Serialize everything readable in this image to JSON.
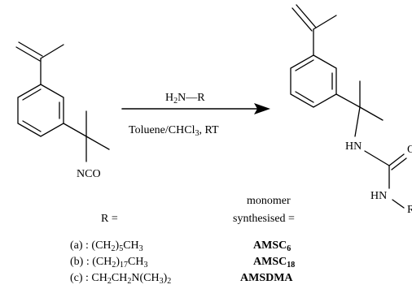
{
  "reactant": {
    "isocyanate_label": "NCO"
  },
  "arrow": {
    "reagent_main": "H",
    "reagent_sub": "2",
    "reagent_tail": "N",
    "reagent_dash": "—",
    "reagent_r": "R",
    "solvent_main": "Toluene/CHCl",
    "solvent_sub": "3",
    "solvent_tail": ", RT"
  },
  "product": {
    "nh_upper": "HN",
    "nh_lower": "HN",
    "carbonyl_atom": "O",
    "r_atom": "R"
  },
  "legend": {
    "r_header": "R =",
    "monomer_header_line1": "monomer",
    "monomer_header_line2": "synthesised =",
    "rows": [
      {
        "label": "(a) : (CH",
        "sub1": "2",
        "mid": ")",
        "sub2": "5",
        "tail": "CH",
        "sub3": "3",
        "mon_main": "AMSC",
        "mon_sub": "6"
      },
      {
        "label": "(b) : (CH",
        "sub1": "2",
        "mid": ")",
        "sub2": "17",
        "tail": "CH",
        "sub3": "3",
        "mon_main": "AMSC",
        "mon_sub": "18"
      },
      {
        "label": "(c) : CH",
        "sub1": "2",
        "mid": "CH",
        "sub2": "2",
        "tail": "N(CH",
        "sub3": "3",
        "tail2": ")",
        "sub4": "2",
        "mon_main": "AMSDMA",
        "mon_sub": ""
      }
    ]
  }
}
